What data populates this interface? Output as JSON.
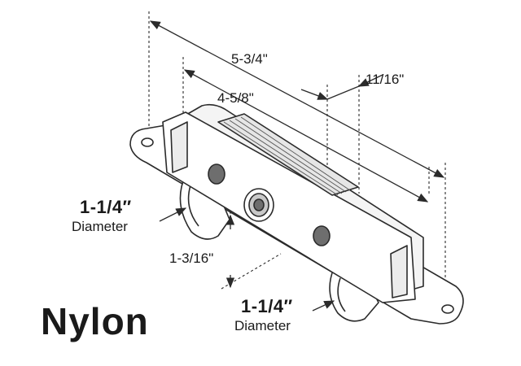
{
  "dimensions": {
    "overall_length": "5-3/4\"",
    "axle_span": "4-5/8\"",
    "offset": "11/16\"",
    "height": "1-3/16\""
  },
  "wheels": [
    {
      "size": "1-1/4″",
      "label": "Diameter"
    },
    {
      "size": "1-1/4″",
      "label": "Diameter"
    }
  ],
  "material": "Nylon",
  "colors": {
    "line": "#2b2b2b",
    "fill": "#ffffff",
    "shade": "#c8c8c8"
  }
}
